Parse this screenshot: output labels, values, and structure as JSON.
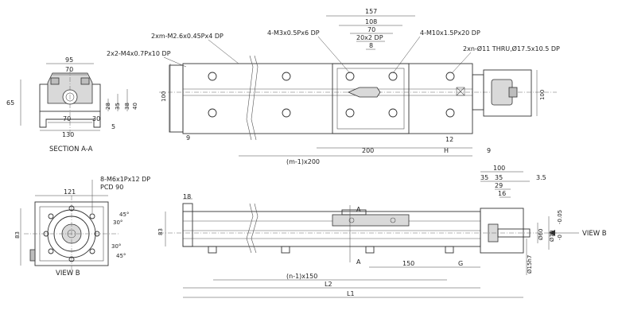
{
  "labels": {
    "section": "SECTION A-A",
    "view_b": "VIEW B",
    "view_b_arrow": "VIEW B",
    "arrow_a_top": "A",
    "arrow_a_bottom": "A"
  },
  "notes": {
    "tap_2xm": "2xm-M2.6x0.45Px4 DP",
    "tap_2x2": "2x2-M4x0.7Px10 DP",
    "tap_4m3": "4-M3x0.5Px6 DP",
    "tap_4m10": "4-M10x1.5Px20 DP",
    "thru_2xn": "2xn-Ø11 THRU,Ø17.5x10.5 DP",
    "tap_8m6": "8-M6x1Px12 DP",
    "pcd": "PCD 90"
  },
  "section_dims": {
    "w95": "95",
    "w70": "70",
    "h65": "65",
    "w70b": "70",
    "w30": "30",
    "w130": "130",
    "h5": "5",
    "h28": "28",
    "h35": "35",
    "h38": "38",
    "h40": "40"
  },
  "top_dims": {
    "w157": "157",
    "w108": "108",
    "w70": "70",
    "w20x2": "20x2 DP",
    "w8": "8",
    "h100": "100",
    "h100r": "100",
    "w9l": "9",
    "w200": "200",
    "w12": "12",
    "wH": "H",
    "w9r": "9",
    "wm1": "(m-1)x200"
  },
  "viewb_dims": {
    "w121": "121",
    "h83": "83",
    "a45": "45°",
    "a30": "30°",
    "a30b": "30°",
    "a45b": "45°"
  },
  "side_dims": {
    "w18": "18",
    "h83": "83",
    "w100": "100",
    "w35a": "35",
    "w35b": "35",
    "w3_5": "3.5",
    "w29": "29",
    "w16": "16",
    "d60": "Ø60",
    "d70": "Ø70",
    "tol": "-0.05",
    "tol0": "-0",
    "d15": "Ø15h7",
    "w150": "150",
    "wG": "G",
    "wn1": "(n-1)x150",
    "L2": "L2",
    "L1": "L1"
  }
}
